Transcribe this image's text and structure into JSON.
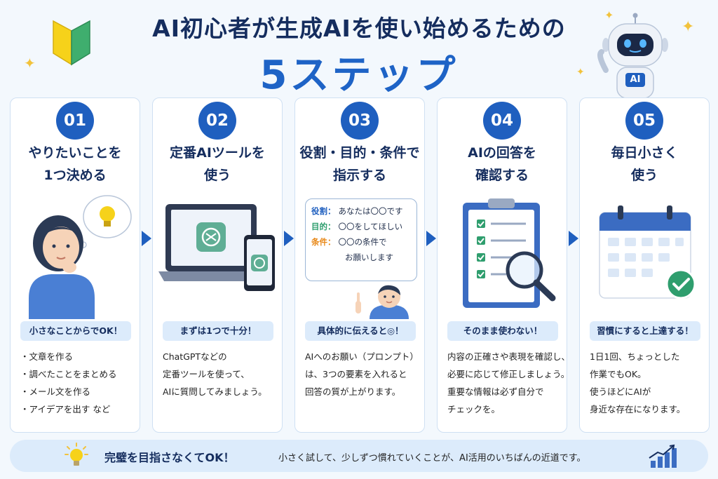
{
  "header": {
    "title_line1": "AI初心者が生成AIを使い始めるための",
    "title_line2": "5ステップ",
    "robot_badge": "AI"
  },
  "steps": [
    {
      "number": "01",
      "title": "やりたいことを\n1つ決める",
      "badge": "小さなことからでOK！",
      "bullets": [
        "文章を作る",
        "調べたことをまとめる",
        "メール文を作る",
        "アイデアを出す など"
      ]
    },
    {
      "number": "02",
      "title": "定番AIツールを\n使う",
      "badge": "まずは1つで十分！",
      "lines": [
        "ChatGPTなどの",
        "定番ツールを使って、",
        "AIに質問してみましょう。"
      ]
    },
    {
      "number": "03",
      "title": "役割・目的・条件で\n指示する",
      "badge": "具体的に伝えると◎！",
      "lines": [
        "AIへのお願い（プロンプト）",
        "は、3つの要素を入れると",
        "回答の質が上がります。"
      ],
      "prompt": {
        "role_key": "役割：",
        "role_val": "あなたは〇〇です",
        "goal_key": "目的：",
        "goal_val": "〇〇をしてほしい",
        "cond_key": "条件：",
        "cond_val": "〇〇の条件で",
        "cond_cont": "お願いします"
      }
    },
    {
      "number": "04",
      "title": "AIの回答を\n確認する",
      "badge": "そのまま使わない！",
      "lines": [
        "内容の正確さや表現を確認し、",
        "必要に応じて修正しましょう。",
        "重要な情報は必ず自分で",
        "チェックを。"
      ]
    },
    {
      "number": "05",
      "title": "毎日小さく\n使う",
      "badge": "習慣にすると上達する！",
      "lines": [
        "1日1回、ちょっとした",
        "作業でもOK。",
        "使うほどにAIが",
        "身近な存在になります。"
      ]
    }
  ],
  "footer": {
    "strong": "完璧を目指さなくてOK！",
    "text": "小さく試して、少しずつ慣れていくことが、AI活用のいちばんの近道です。"
  },
  "colors": {
    "primary": "#1f5fbf",
    "navy": "#152d5e",
    "light_blue": "#dcebfb",
    "green_check": "#2f9e6e",
    "orange": "#e8891a",
    "gpt_green": "#5fae95"
  }
}
